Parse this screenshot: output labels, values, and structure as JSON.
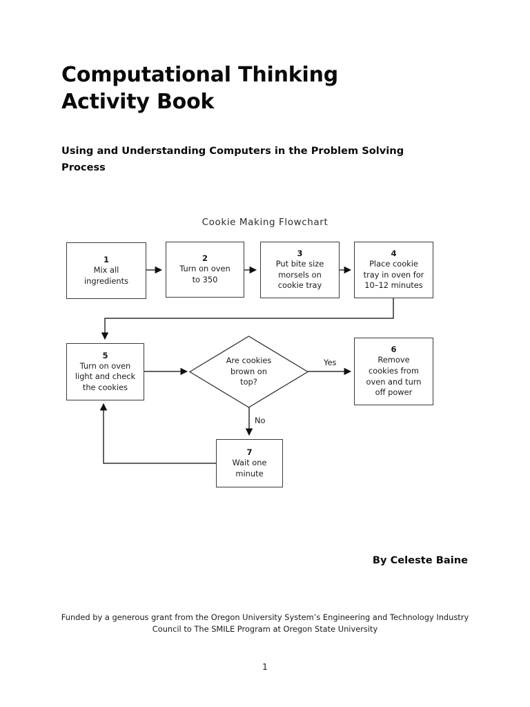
{
  "document": {
    "book_title": "Computational Thinking\nActivity Book",
    "subtitle": "Using and Understanding Computers in the Problem Solving Process",
    "author": "By Celeste Baine",
    "funding_note": "Funded by a generous grant from the Oregon University System’s Engineering and Technology Industry Council to The SMILE Program at Oregon State University",
    "page_number": "1"
  },
  "flowchart": {
    "title": "Cookie Making Flowchart",
    "type": "flowchart",
    "line_color": "#3a3a3a",
    "text_color": "#1a1a1a",
    "background": "#ffffff",
    "nodes": [
      {
        "id": "1",
        "shape": "process",
        "number": "1",
        "text": "Mix all\ningredients"
      },
      {
        "id": "2",
        "shape": "process",
        "number": "2",
        "text": "Turn on oven\nto 350"
      },
      {
        "id": "3",
        "shape": "process",
        "number": "3",
        "text": "Put bite size\nmorsels on\ncookie tray"
      },
      {
        "id": "4",
        "shape": "process",
        "number": "4",
        "text": "Place cookie\ntray in oven for\n10–12 minutes"
      },
      {
        "id": "5",
        "shape": "process",
        "number": "5",
        "text": "Turn on oven\nlight and check\nthe cookies"
      },
      {
        "id": "6",
        "shape": "process",
        "number": "6",
        "text": "Remove\ncookies from\noven and turn\noff power"
      },
      {
        "id": "7",
        "shape": "process",
        "number": "7",
        "text": "Wait one\nminute"
      },
      {
        "id": "decision",
        "shape": "diamond",
        "number": "",
        "text": "Are cookies\nbrown on\ntop?"
      }
    ],
    "edges": [
      {
        "from": "1",
        "to": "2",
        "label": ""
      },
      {
        "from": "2",
        "to": "3",
        "label": ""
      },
      {
        "from": "3",
        "to": "4",
        "label": ""
      },
      {
        "from": "4",
        "to": "5",
        "label": ""
      },
      {
        "from": "5",
        "to": "decision",
        "label": ""
      },
      {
        "from": "decision",
        "to": "6",
        "label": "Yes"
      },
      {
        "from": "decision",
        "to": "7",
        "label": "No"
      },
      {
        "from": "7",
        "to": "5",
        "label": ""
      }
    ],
    "labels": {
      "yes": "Yes",
      "no": "No"
    }
  }
}
